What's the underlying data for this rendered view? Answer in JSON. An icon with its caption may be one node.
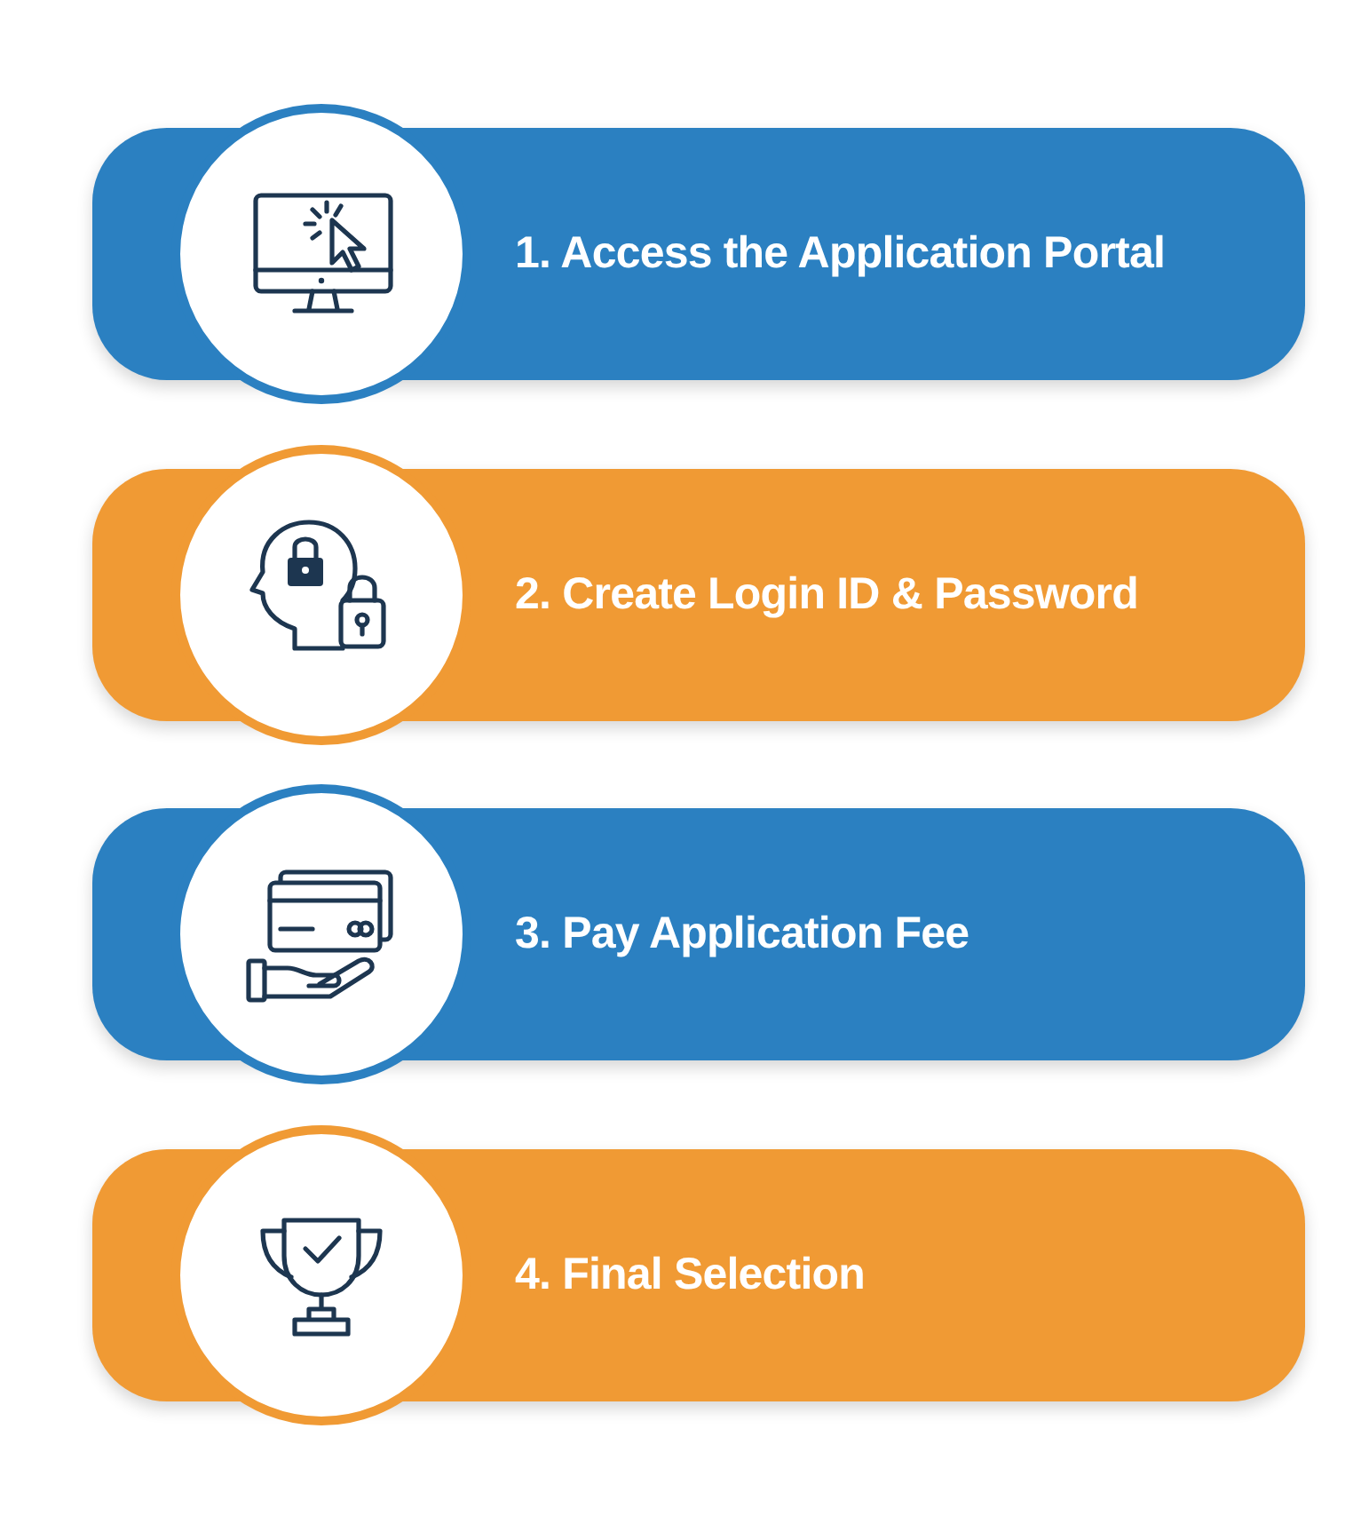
{
  "diagram": {
    "nodes": [
      {
        "text": [
          "1. Access the Application Portal"
        ]
      },
      {
        "text": [
          "2. Create Login ID & Password"
        ]
      },
      {
        "text": [
          "3. Pay Application Fee"
        ]
      },
      {
        "text": [
          "4. Final Selection"
        ]
      }
    ]
  }
}
